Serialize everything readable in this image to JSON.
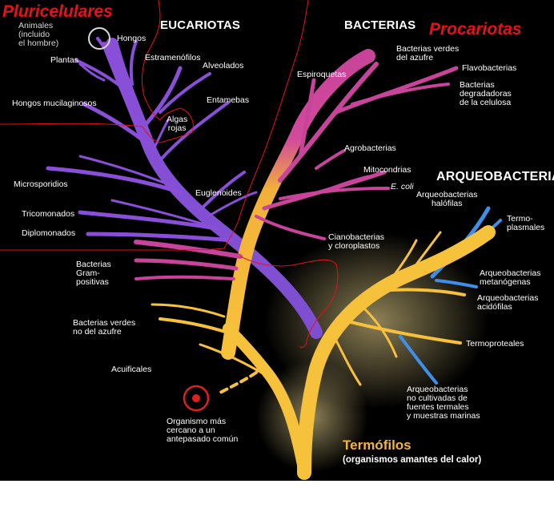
{
  "annotations": {
    "left": "Pluricelulares",
    "right": "Procariotas"
  },
  "domains": {
    "eukaryotes": "EUCARIOTAS",
    "bacteria": "BACTERIAS",
    "archaea": "ARQUEOBACTERIAS"
  },
  "labels": {
    "animales": "Animales\n(incluido\nel hombre)",
    "hongos": "Hongos",
    "plantas": "Plantas",
    "estramenofilos": "Estramenófilos",
    "alveolados": "Alveolados",
    "hongos_mucilaginosos": "Hongos mucilaginosos",
    "entamebas": "Entamebas",
    "algas_rojas": "Algas\nrojas",
    "microsporidios": "Microsporidios",
    "euglenoides": "Euglenoides",
    "tricomonados": "Tricomonados",
    "diplomonados": "Diplomonados",
    "bacterias_gram": "Bacterias\nGram-\npositivas",
    "bacterias_verdes_no_azufre": "Bacterias verdes\nno del azufre",
    "acuificales": "Acuificales",
    "organismo": "Organismo más\ncercano a un\nantepasado común",
    "bacterias_verdes_azufre": "Bacterias verdes\ndel azufre",
    "espiroquetas": "Espiroquetas",
    "flavobacterias": "Flavobacterias",
    "degradadoras": "Bacterias\ndegradadoras\nde la celulosa",
    "agrobacterias": "Agrobacterias",
    "mitocondrias": "Mitocondrias",
    "ecoli": "E. coli",
    "cianobacterias": "Cianobacterias\ny cloroplastos",
    "halofilas": "Arqueobacterias\nhalófilas",
    "termoplasmales": "Termo-\nplasmales",
    "metanogenas": "Arqueobacterias\nmetanógenas",
    "acidofilas": "Arqueobacterias\nacidófilas",
    "termoproteales": "Termoproteales",
    "no_cultivadas": "Arqueobacterias\nno cultivadas de\nfuentes termales\ny muestras marinas"
  },
  "thermophiles": {
    "title": "Termófilos",
    "subtitle": "(organismos amantes del calor)"
  },
  "colors": {
    "eukaryote_branch": "#8a4fd8",
    "bacteria_branch": "#c8449a",
    "archaea_branch": "#3f8fe8",
    "root_branch": "#f6c23c",
    "annotation": "#e8101a"
  }
}
